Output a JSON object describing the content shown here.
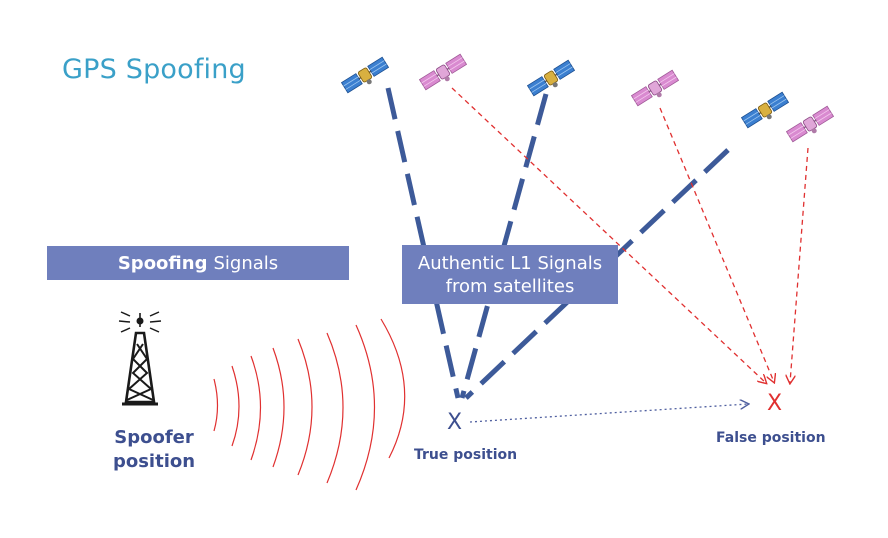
{
  "title": "GPS Spoofing",
  "banners": {
    "spoofing_bold": "Spoofing",
    "spoofing_rest": "Signals",
    "authentic_line1": "Authentic L1 Signals",
    "authentic_line2": "from satellites"
  },
  "labels": {
    "spoofer_line1": "Spoofer",
    "spoofer_line2": "position",
    "true_marker": "X",
    "true_position": "True position",
    "false_marker": "X",
    "false_position": "False position"
  },
  "colors": {
    "title": "#3aa0c8",
    "banner": "#6f7fbd",
    "authentic_signal": "#3d5a99",
    "spoof_signal": "#e03030",
    "authentic_satellite": "#3b7fd0",
    "spoof_satellite": "#d98ad0",
    "label": "#3d4f8f"
  }
}
